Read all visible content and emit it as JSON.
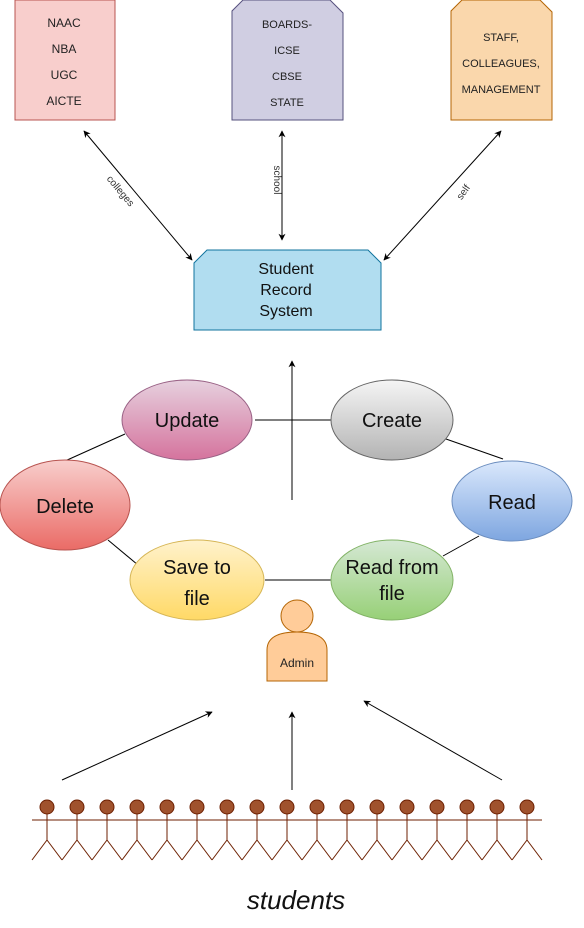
{
  "top_boxes": {
    "accreditation": {
      "lines": [
        "NAAC",
        "NBA",
        "UGC",
        "AICTE"
      ],
      "fill": "#f8cecc",
      "stroke": "#b85450"
    },
    "boards": {
      "lines": [
        "BOARDS-",
        "ICSE",
        "CBSE",
        "STATE"
      ],
      "fill": "#d0cee2",
      "stroke": "#56517e"
    },
    "staff": {
      "lines": [
        "STAFF,",
        "COLLEAGUES,",
        "MANAGEMENT"
      ],
      "fill": "#fad7ac",
      "stroke": "#b46504"
    }
  },
  "edge_labels": {
    "colleges": "colleges",
    "school": "school",
    "self": "self"
  },
  "system": {
    "lines": [
      "Student",
      "Record",
      "System"
    ],
    "fill": "#b1ddf0",
    "stroke": "#10739e"
  },
  "operations": {
    "update": {
      "lines": [
        "Update"
      ],
      "fill_top": "#e6d0de",
      "fill_bottom": "#d5739d",
      "stroke": "#996185"
    },
    "create": {
      "lines": [
        "Create"
      ],
      "fill_top": "#f5f5f5",
      "fill_bottom": "#b3b3b3",
      "stroke": "#666666"
    },
    "delete": {
      "lines": [
        "Delete"
      ],
      "fill_top": "#f8cecc",
      "fill_bottom": "#ea6b66",
      "stroke": "#b85450"
    },
    "read": {
      "lines": [
        "Read"
      ],
      "fill_top": "#dae8fc",
      "fill_bottom": "#7ea6e0",
      "stroke": "#6c8ebf"
    },
    "save": {
      "lines": [
        "Save to",
        "file"
      ],
      "fill_top": "#fff2cc",
      "fill_bottom": "#ffd966",
      "stroke": "#d6b656"
    },
    "read_file": {
      "lines": [
        "Read from",
        "file"
      ],
      "fill_top": "#d5e8d4",
      "fill_bottom": "#97d077",
      "stroke": "#82b366"
    }
  },
  "admin": {
    "label": "Admin",
    "fill": "#ffcc99",
    "stroke": "#b46504"
  },
  "students": {
    "label": "students",
    "count": 17,
    "color": "#a0522d",
    "stroke": "#6d1f00"
  }
}
